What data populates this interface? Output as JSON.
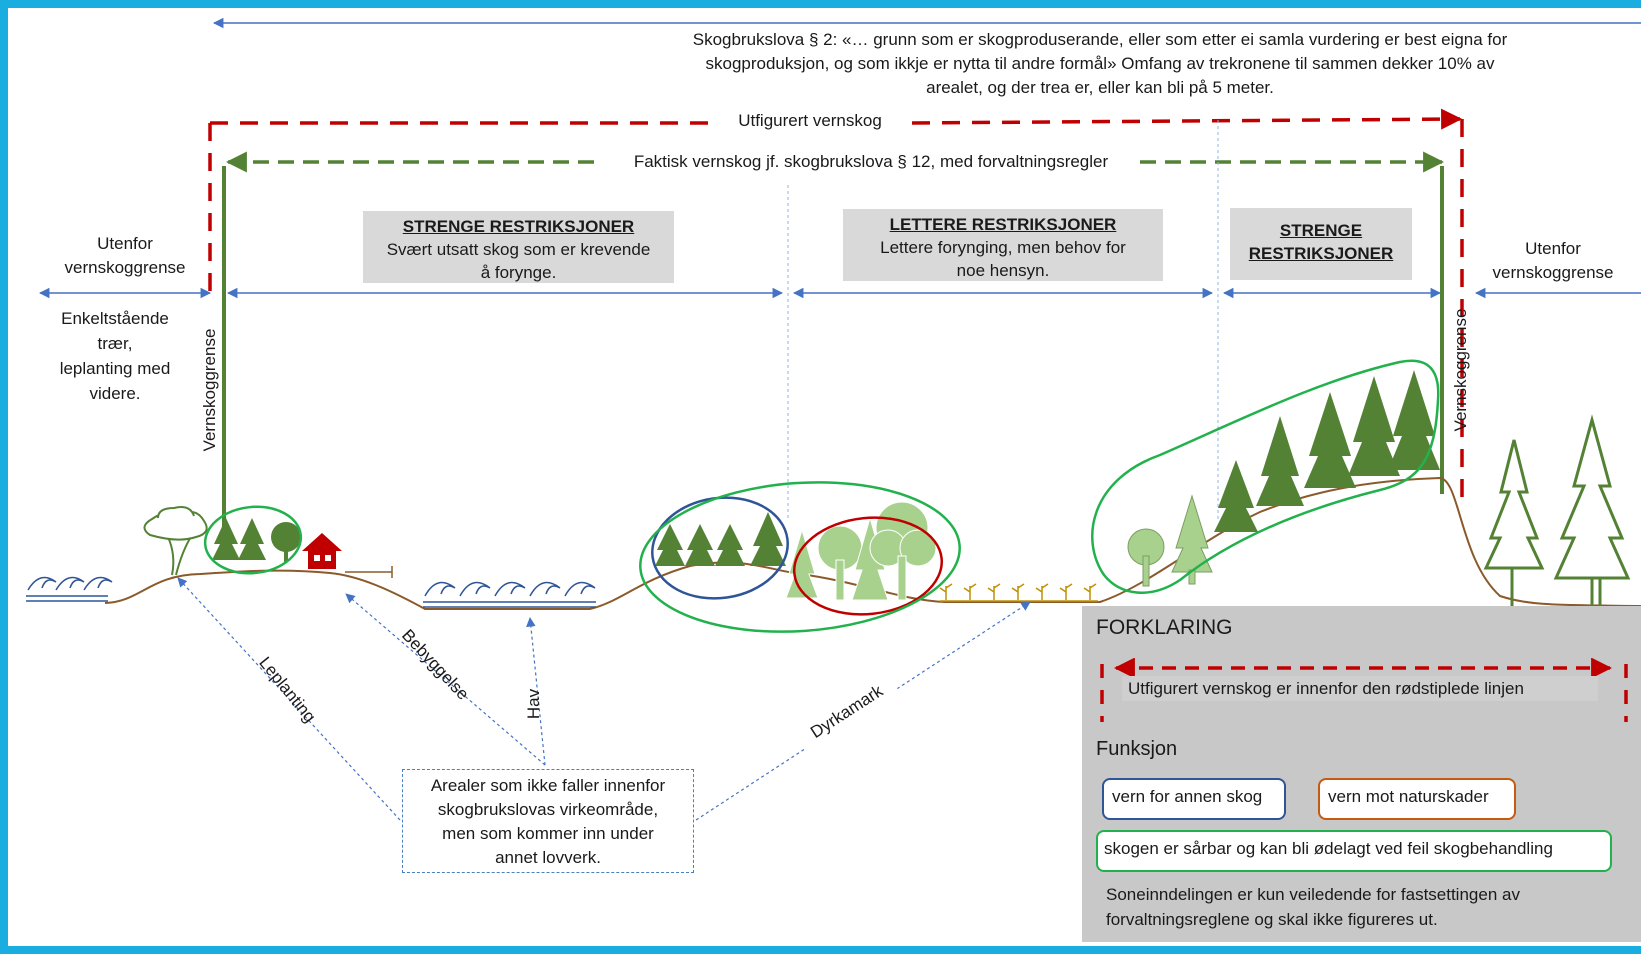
{
  "header": {
    "definition_line1": "Skogbrukslova § 2: «… grunn som er skogproduserande, eller som etter ei samla vurdering er best eigna for",
    "definition_line2": "skogproduksjon, og som ikkje er nytta til andre formål» Omfang av trekronene til sammen dekker 10% av",
    "definition_line3": "arealet, og der trea er, eller kan bli på 5 meter."
  },
  "boundaries": {
    "utfigurert": "Utfigurert vernskog",
    "faktisk": "Faktisk vernskog jf. skogbrukslova § 12, med forvaltningsregler",
    "vernskoggrense": "Vernskoggrense"
  },
  "outside_left": {
    "line1": "Utenfor",
    "line2": "vernskoggrense",
    "desc1": "Enkeltstående",
    "desc2": "trær,",
    "desc3": "leplanting med",
    "desc4": "videre."
  },
  "outside_right": {
    "line1": "Utenfor",
    "line2": "vernskoggrense"
  },
  "zones": [
    {
      "title": "STRENGE RESTRIKSJONER",
      "line1": "Svært utsatt skog som er krevende",
      "line2": "å forynge."
    },
    {
      "title": "LETTERE RESTRIKSJONER",
      "line1": "Lettere forynging, men behov for",
      "line2": "noe hensyn."
    },
    {
      "title1": "STRENGE",
      "title2": "RESTRIKSJONER"
    }
  ],
  "pointers": {
    "leplanting": "Leplanting",
    "bebyggelse": "Bebyggelse",
    "hav": "Hav",
    "dyrkamark": "Dyrkamark"
  },
  "note": {
    "line1": "Arealer som ikke faller innenfor",
    "line2": "skogbrukslovas virkeområde,",
    "line3": "men som kommer inn under",
    "line4": "annet lovverk."
  },
  "legend": {
    "title": "FORKLARING",
    "red_line_text": "Utfigurert vernskog er innenfor den rødstiplede linjen",
    "funksjon": "Funksjon",
    "blue": "vern for annen skog",
    "orange": "vern mot naturskader",
    "green": "skogen er sårbar og kan bli ødelagt ved feil skogbehandling",
    "footnote1": "Soneinndelingen er kun veiledende for fastsettingen av",
    "footnote2": "forvaltningsreglene og skal ikke figureres ut."
  },
  "colors": {
    "frame": "#1aaee0",
    "red_dash": "#c00000",
    "green_dash": "#548235",
    "blue_arrow": "#4472c4",
    "dark_tree": "#548235",
    "light_tree": "#a9d18e",
    "ground": "#8b5a2b",
    "function_blue": "#2f5597",
    "function_orange": "#c55a11",
    "function_green": "#22b14c",
    "zone_gray": "#d9d9d9",
    "legend_gray": "#c8c8c8"
  }
}
